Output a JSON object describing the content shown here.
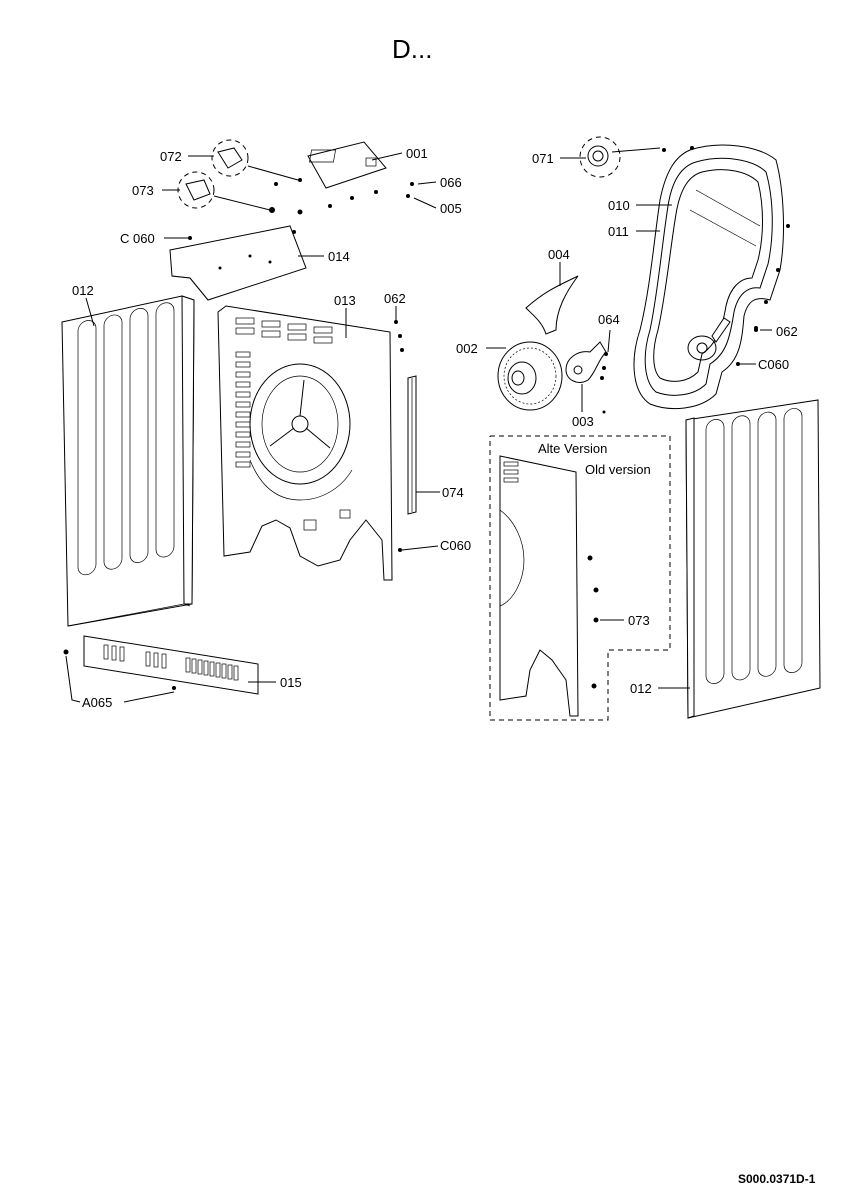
{
  "title": "D...",
  "footer_code": "S000.0371D-1",
  "old_version_box": {
    "label_de": "Alte Version",
    "label_en": "Old version"
  },
  "callouts": {
    "c001": "001",
    "c072": "072",
    "c073": "073",
    "c066": "066",
    "c005": "005",
    "c060a": "C 060",
    "c014": "014",
    "c012a": "012",
    "c013": "013",
    "c062a": "062",
    "c074": "074",
    "c060b": "C060",
    "c015": "015",
    "c065": "A065",
    "c071": "071",
    "c010": "010",
    "c011": "011",
    "c004": "004",
    "c064": "064",
    "c002": "002",
    "c003": "003",
    "c062b": "062",
    "c060c": "C060",
    "c073b": "073",
    "c012b": "012"
  }
}
